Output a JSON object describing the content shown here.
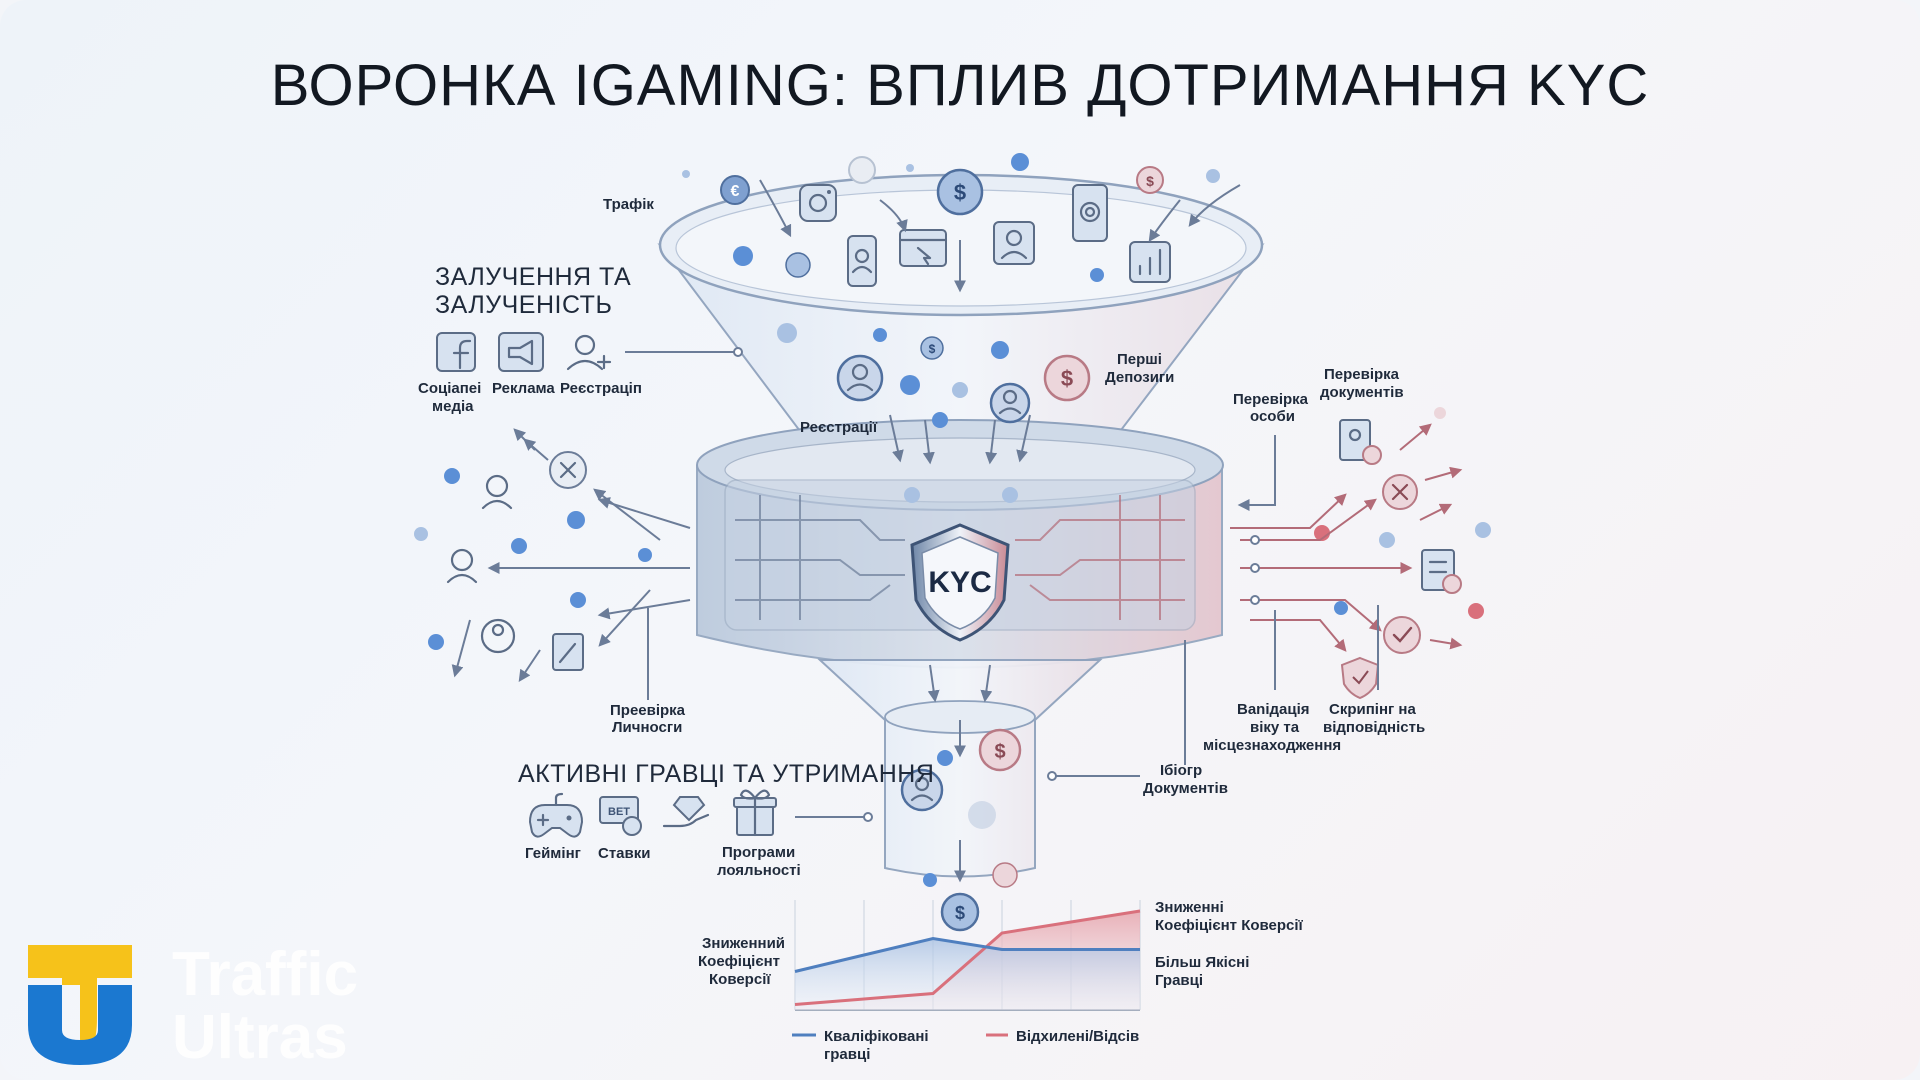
{
  "title": "ВОРОНКА IGAMING: ВПЛИВ ДОТРИМАННЯ KYC",
  "labels": {
    "traffic": "Трафік",
    "acquisition_line1": "ЗАЛУЧЕННЯ ТА",
    "acquisition_line2": "ЗАЛУЧЕНІСТЬ",
    "social_line1": "Соціапеі",
    "social_line2": "медіа",
    "ads": "Реклама",
    "registration_icon": "Реєстраціп",
    "registrations": "Реєстрації",
    "first_dep_line1": "Перші",
    "first_dep_line2": "Депозиги",
    "id_check_r_line1": "Перевірка",
    "id_check_r_line2": "особи",
    "doc_check_line1": "Перевірка",
    "doc_check_line2": "документів",
    "kyc": "KYC",
    "id_check_l_line1": "Преевірка",
    "id_check_l_line2": "Личносги",
    "age_line1": "Ваnідація",
    "age_line2": "віку та",
    "age_line3": "місцезнаходження",
    "screen_line1": "Скрипінг на",
    "screen_line2": "відповідність",
    "doc_collect_line1": "Ібіогр",
    "doc_collect_line2": "Документів",
    "active_players": "АКТИВНІ ГРАВЦІ ТА УТРИМАННЯ",
    "gaming": "Геймінг",
    "betting": "Ставки",
    "bet_badge": "BET",
    "loyalty_line1": "Програми",
    "loyalty_line2": "лояльності",
    "chart_left_line1": "Зниженний",
    "chart_left_line2": "Коефіцієнт",
    "chart_left_line3": "Коверсії",
    "chart_right_top_line1": "Зниженні",
    "chart_right_top_line2": "Коефіцієнт Коверсії",
    "chart_right_bottom_line1": "Більш Якісні",
    "chart_right_bottom_line2": "Гравці"
  },
  "legend": {
    "qualified_line1": "Кваліфіковані",
    "qualified_line2": "гравці",
    "rejected": "Відхилені/Відсів"
  },
  "brand": {
    "line1": "Traffic",
    "line2": "Ultras"
  },
  "colors": {
    "blue_series": "#4f7fbf",
    "red_series": "#d9707c",
    "brand_yellow": "#f6c21a",
    "brand_blue": "#1b78d0"
  },
  "chart_data": {
    "type": "line",
    "series": [
      {
        "name": "Кваліфіковані гравці",
        "values": [
          0.35,
          0.5,
          0.65,
          0.55,
          0.55,
          0.55
        ]
      },
      {
        "name": "Відхилені/Відсів",
        "values": [
          0.05,
          0.1,
          0.15,
          0.7,
          0.8,
          0.9
        ]
      }
    ],
    "x": [
      0,
      1,
      2,
      3,
      4,
      5
    ],
    "ylim": [
      0,
      1
    ],
    "grid": true
  }
}
